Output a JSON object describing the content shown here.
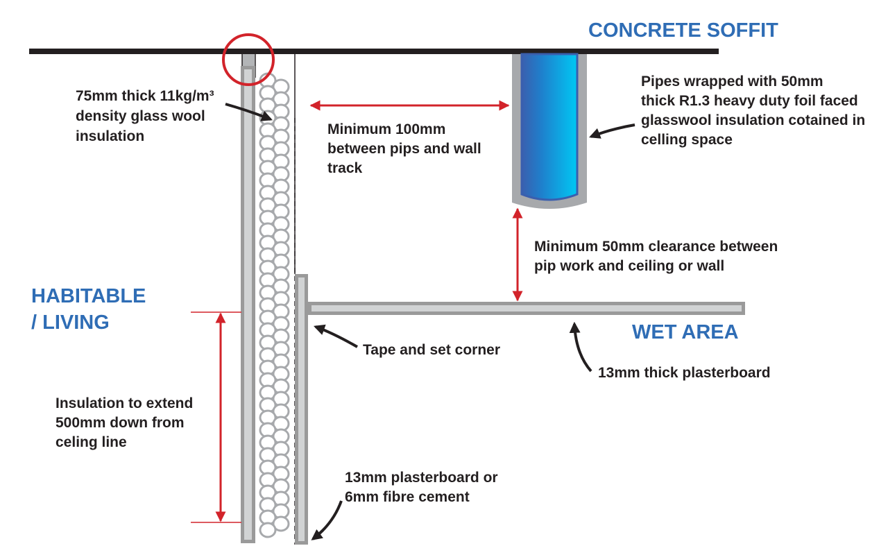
{
  "colors": {
    "accent_blue": "#2f6db5",
    "arrow_red": "#d2232a",
    "stud_gray": "#9a9a9a",
    "board_light": "#d1d3d4",
    "pipe_blue_dark": "#3a5fae",
    "pipe_blue_light": "#00c0f0"
  },
  "zones": {
    "soffit": "CONCRETE SOFFIT",
    "habitable": [
      "HABITABLE",
      "/ LIVING"
    ],
    "wet": "WET AREA"
  },
  "labels": {
    "glasswool": [
      "75mm thick 11kg/m³",
      "density glass wool",
      "insulation"
    ],
    "min100": [
      "Minimum 100mm",
      "between pips and wall",
      "track"
    ],
    "pipes": [
      "Pipes wrapped with 50mm",
      "thick R1.3 heavy duty foil faced",
      "glasswool insulation cotained in",
      "celling space"
    ],
    "min50": [
      "Minimum 50mm clearance between",
      "pip work and ceiling or wall"
    ],
    "tape": "Tape and set corner",
    "plasterboard13": "13mm thick plasterboard",
    "extend": [
      "Insulation to extend",
      "500mm down from",
      "celing line"
    ],
    "board_or_cement": [
      "13mm plasterboard or",
      "6mm fibre cement"
    ]
  }
}
